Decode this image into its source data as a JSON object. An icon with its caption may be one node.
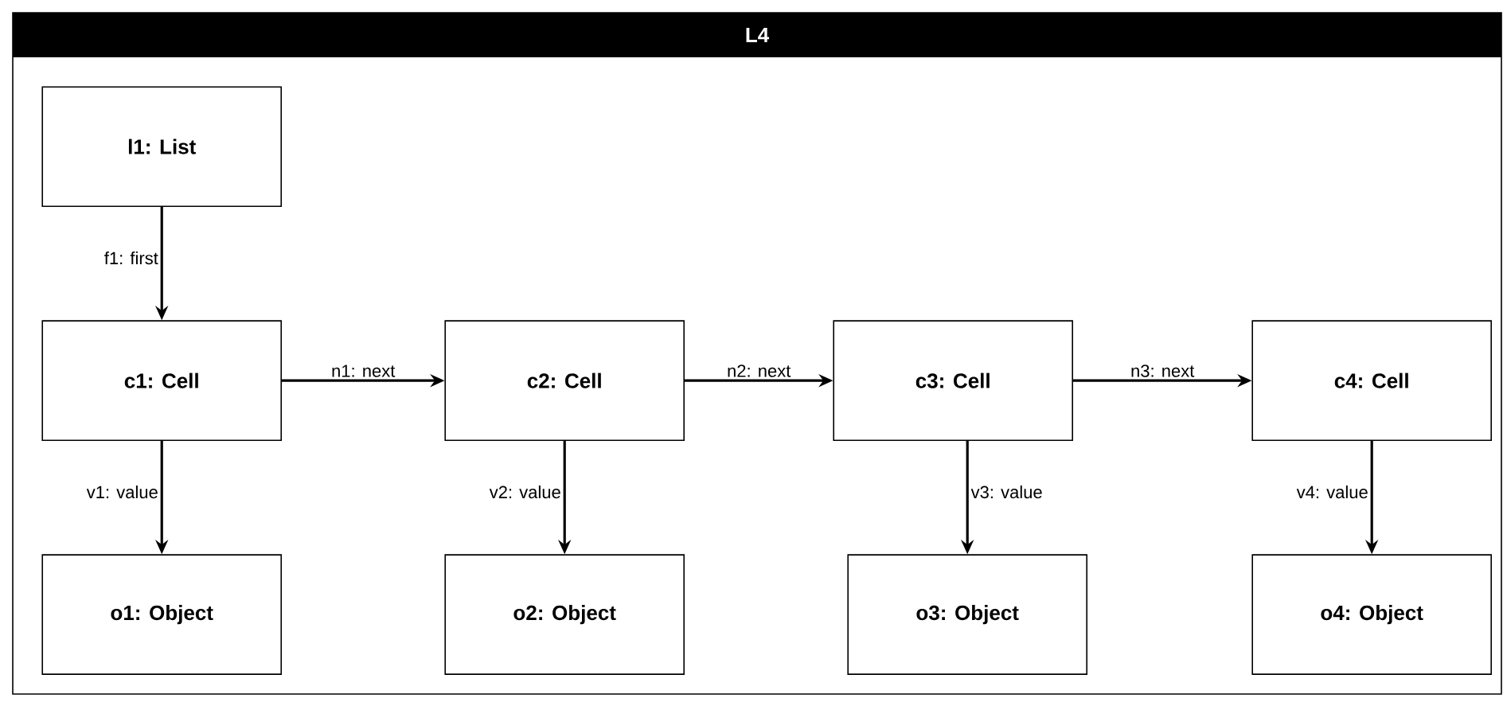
{
  "diagram": {
    "nodes": [
      {
        "text": [
          "L4"
        ]
      },
      {
        "text": [
          "l1: List"
        ],
        "in": 0
      },
      {
        "text": [
          "c1: Cell"
        ],
        "in": 0
      },
      {
        "text": [
          "c2: Cell"
        ],
        "in": 0
      },
      {
        "text": [
          "c3: Cell"
        ],
        "in": 0
      },
      {
        "text": [
          "c4: Cell"
        ],
        "in": 0
      },
      {
        "text": [
          "o1: Object"
        ],
        "in": 0
      },
      {
        "text": [
          "o2: Object"
        ],
        "in": 0
      },
      {
        "text": [
          "o3: Object"
        ],
        "in": 0
      },
      {
        "text": [
          "o4: Object"
        ],
        "in": 0
      }
    ],
    "edges": [
      {
        "from": 1,
        "to": 2,
        "arrow": "to",
        "label": "f1: first"
      },
      {
        "from": 2,
        "to": 3,
        "arrow": "to",
        "label": "n1: next"
      },
      {
        "from": 3,
        "to": 4,
        "arrow": "to",
        "label": "n2: next"
      },
      {
        "from": 4,
        "to": 5,
        "arrow": "to",
        "label": "n3: next"
      },
      {
        "from": 2,
        "to": 6,
        "arrow": "to",
        "label": "v1: value"
      },
      {
        "from": 3,
        "to": 7,
        "arrow": "to",
        "label": "v2: value"
      },
      {
        "from": 4,
        "to": 8,
        "arrow": "to",
        "label": "v3: value"
      },
      {
        "from": 5,
        "to": 9,
        "arrow": "to",
        "label": "v4: value"
      }
    ]
  }
}
